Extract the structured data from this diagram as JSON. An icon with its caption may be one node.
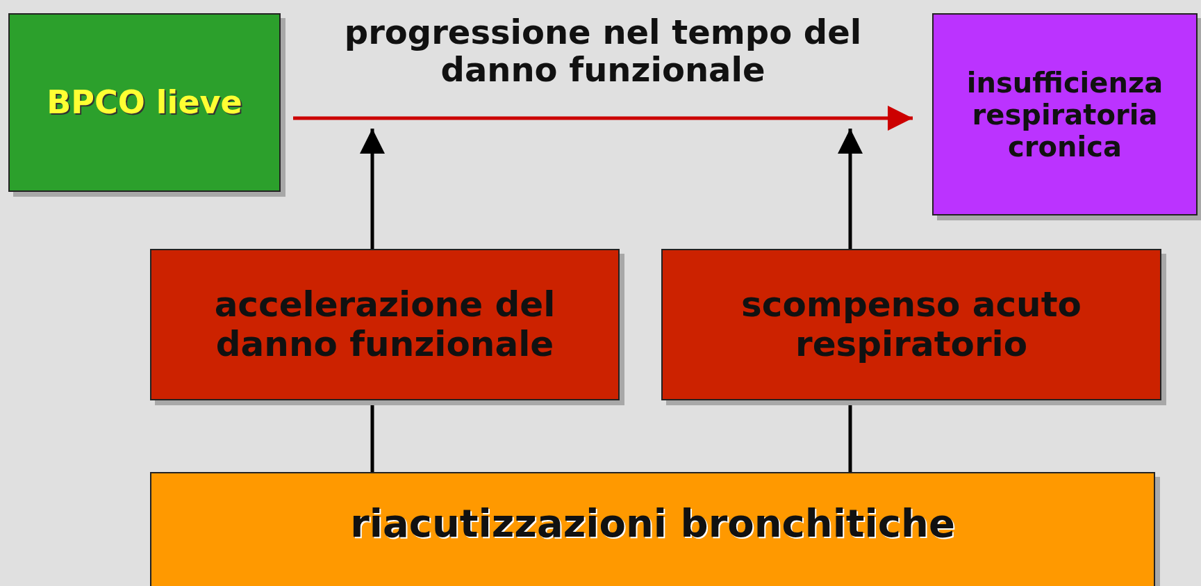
{
  "diagram": {
    "nodes": [
      {
        "text": [
          "BPCO lieve"
        ]
      },
      {
        "text": [
          "insufficienza respiratoria cronica"
        ]
      },
      {
        "text": [
          "accelerazione del danno funzionale"
        ]
      },
      {
        "text": [
          "scompenso acuto respiratorio"
        ]
      },
      {
        "text": [
          "riacutizzazioni bronchitiche"
        ]
      }
    ],
    "edges": [
      {
        "from": 0,
        "to": 1,
        "arrow": "to",
        "label": "progressione nel tempo del danno funzionale",
        "color": "#cc0000"
      },
      {
        "from": 4,
        "to": 2,
        "arrow": "none"
      },
      {
        "from": 2,
        "to": null,
        "arrow": "to"
      },
      {
        "from": 4,
        "to": 3,
        "arrow": "none"
      },
      {
        "from": 3,
        "to": null,
        "arrow": "to"
      }
    ]
  }
}
